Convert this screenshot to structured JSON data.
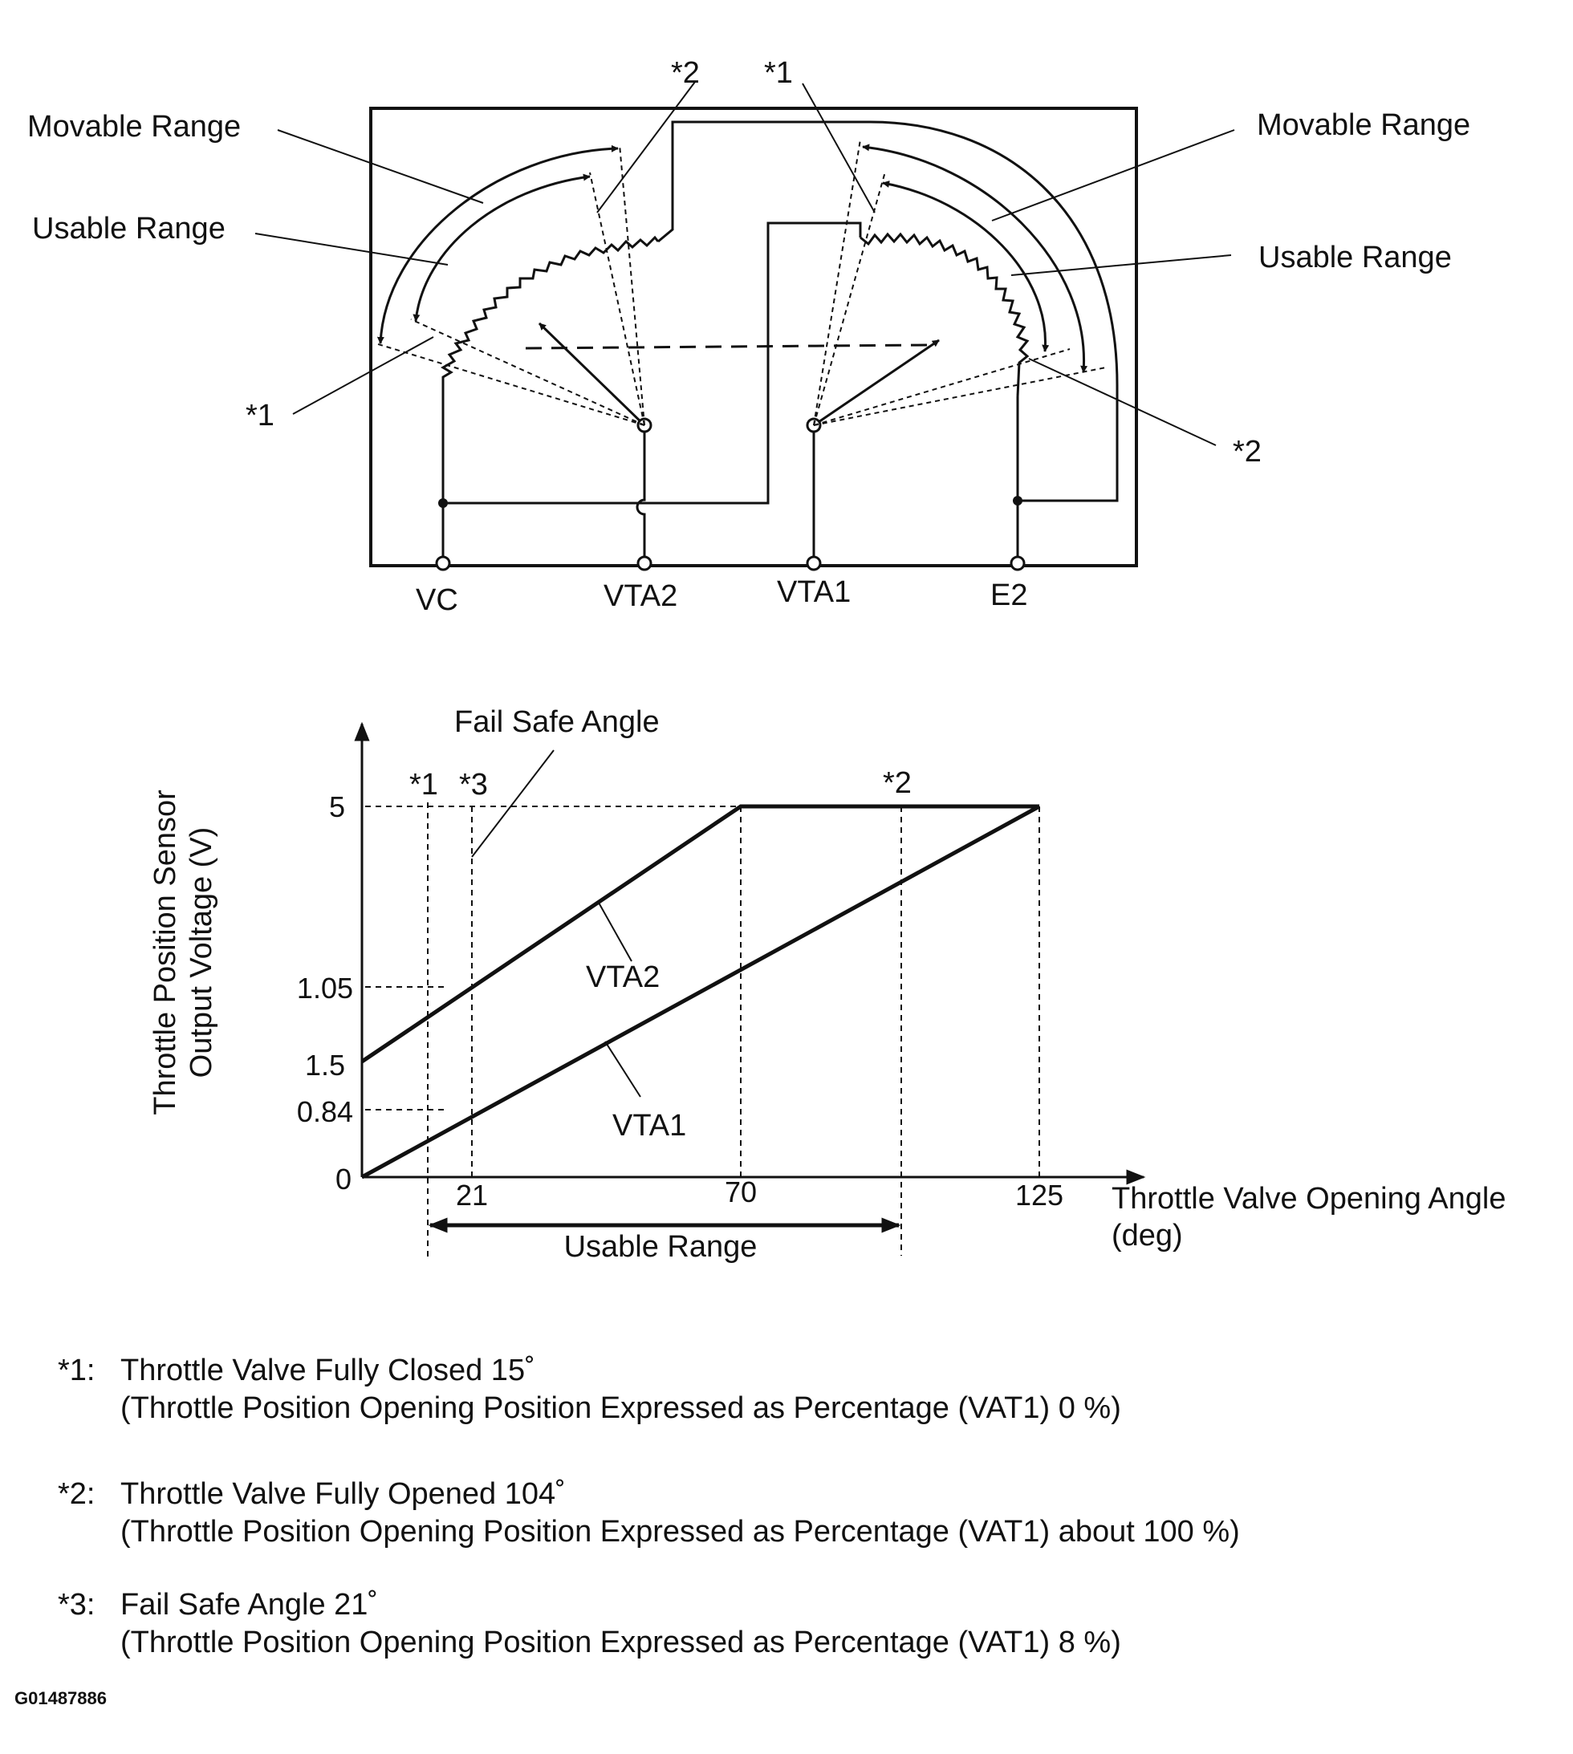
{
  "circuit": {
    "labels": {
      "movable_left": "Movable Range",
      "usable_left": "Usable Range",
      "movable_right": "Movable Range",
      "usable_right": "Usable Range",
      "star1_left": "*1",
      "star2_top": "*2",
      "star1_top": "*1",
      "star2_right": "*2"
    },
    "terminals": [
      "VC",
      "VTA2",
      "VTA1",
      "E2"
    ]
  },
  "graph": {
    "top_label": "Fail Safe Angle",
    "ylabel_line1": "Throttle Position Sensor",
    "ylabel_line2": "Output Voltage (V)",
    "xlabel_line1": "Throttle Valve Opening Angle",
    "xlabel_line2": "(deg)",
    "marker_star1": "*1",
    "marker_star3": "*3",
    "marker_star2": "*2",
    "series_vta2": "VTA2",
    "series_vta1": "VTA1",
    "usable_range": "Usable Range",
    "y_ticks": [
      "5",
      "1.05",
      "1.5",
      "0.84",
      "0"
    ],
    "x_ticks": [
      "21",
      "70",
      "125"
    ]
  },
  "notes": [
    {
      "key": "*1:",
      "line1": "Throttle Valve Fully Closed 15˚",
      "line2": "(Throttle Position Opening Position Expressed as Percentage (VAT1) 0 %)"
    },
    {
      "key": "*2:",
      "line1": "Throttle Valve Fully Opened 104˚",
      "line2": "(Throttle Position Opening Position Expressed as Percentage (VAT1) about 100 %)"
    },
    {
      "key": "*3:",
      "line1": "Fail Safe Angle 21˚",
      "line2": "(Throttle Position Opening Position Expressed as Percentage (VAT1) 8 %)"
    }
  ],
  "figure_code": "G01487886"
}
